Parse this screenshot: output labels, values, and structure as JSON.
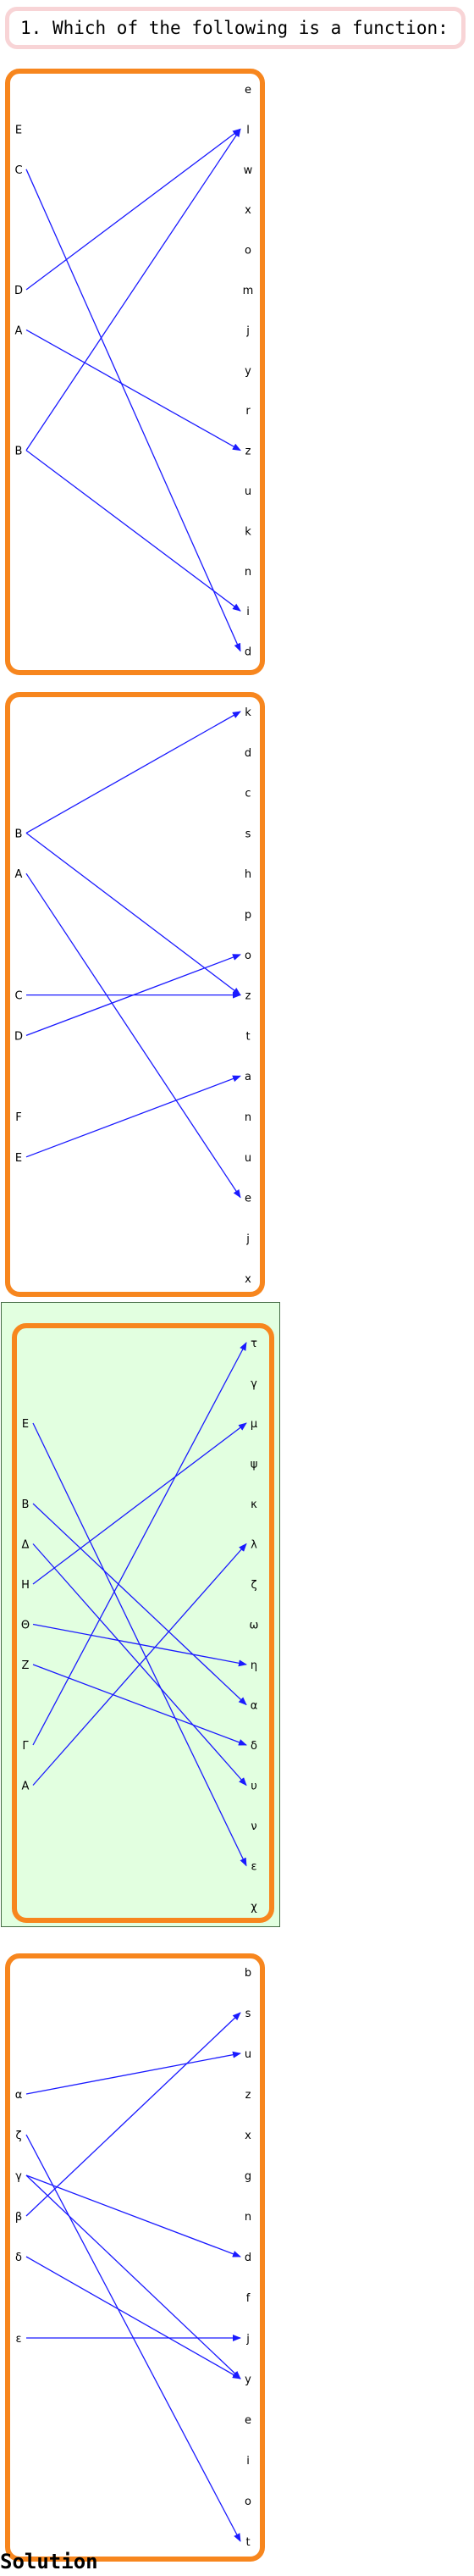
{
  "question": {
    "number": "1.",
    "text": "Which of the following is a function:"
  },
  "options": [
    {
      "domain": [
        "E",
        "C",
        "D",
        "A",
        "B"
      ],
      "codomain": [
        "e",
        "l",
        "w",
        "x",
        "o",
        "m",
        "j",
        "y",
        "r",
        "z",
        "u",
        "k",
        "n",
        "i",
        "d"
      ],
      "arrows": [
        [
          "C",
          "d"
        ],
        [
          "D",
          "l"
        ],
        [
          "A",
          "z"
        ],
        [
          "B",
          "l"
        ],
        [
          "B",
          "i"
        ]
      ],
      "highlighted": false
    },
    {
      "domain": [
        "B",
        "A",
        "C",
        "D",
        "F",
        "E"
      ],
      "codomain": [
        "k",
        "d",
        "c",
        "s",
        "h",
        "p",
        "o",
        "z",
        "t",
        "a",
        "n",
        "u",
        "e",
        "j",
        "x"
      ],
      "arrows": [
        [
          "B",
          "k"
        ],
        [
          "B",
          "z"
        ],
        [
          "A",
          "e"
        ],
        [
          "C",
          "z"
        ],
        [
          "D",
          "o"
        ],
        [
          "E",
          "a"
        ]
      ],
      "highlighted": false
    },
    {
      "domain": [
        "Ε",
        "Β",
        "Δ",
        "Η",
        "Θ",
        "Ζ",
        "Γ",
        "Α"
      ],
      "codomain": [
        "τ",
        "γ",
        "μ",
        "ψ",
        "κ",
        "λ",
        "ζ",
        "ω",
        "η",
        "α",
        "δ",
        "υ",
        "ν",
        "ε",
        "χ"
      ],
      "arrows": [
        [
          "Ε",
          "ε"
        ],
        [
          "Β",
          "α"
        ],
        [
          "Δ",
          "υ"
        ],
        [
          "Η",
          "μ"
        ],
        [
          "Θ",
          "η"
        ],
        [
          "Ζ",
          "δ"
        ],
        [
          "Γ",
          "τ"
        ],
        [
          "Α",
          "λ"
        ]
      ],
      "highlighted": true,
      "highlight_color": "#e2ffe0"
    },
    {
      "domain": [
        "α",
        "ζ",
        "γ",
        "β",
        "δ",
        "ε"
      ],
      "codomain": [
        "b",
        "s",
        "u",
        "z",
        "x",
        "g",
        "n",
        "d",
        "f",
        "j",
        "y",
        "e",
        "i",
        "o",
        "t"
      ],
      "arrows": [
        [
          "α",
          "u"
        ],
        [
          "ζ",
          "t"
        ],
        [
          "γ",
          "d"
        ],
        [
          "γ",
          "y"
        ],
        [
          "β",
          "s"
        ],
        [
          "δ",
          "y"
        ],
        [
          "ε",
          "j"
        ]
      ],
      "highlighted": false
    }
  ],
  "colors": {
    "frame": "#f7861e",
    "arrow": "#1a1aff",
    "question_border": "#f8d4d6"
  },
  "solution_label": "Solution"
}
